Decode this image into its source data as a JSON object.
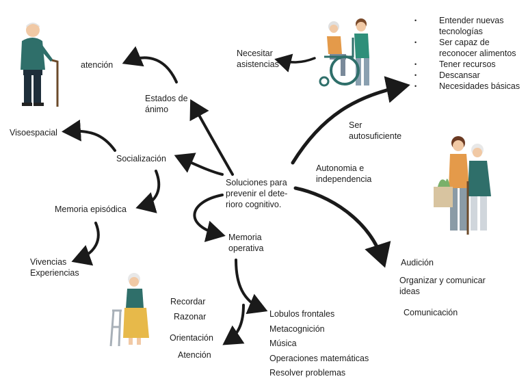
{
  "center": {
    "text": "Soluciones para prevenir el dete-\nrioro cognitivo."
  },
  "nodes": {
    "atencion_top": "atención",
    "estados_animo": "Estados de ánimo",
    "necesitar_asistencias": "Necesitar asistencias",
    "visoespacial": "Visoespacial",
    "socializacion": "Socialización",
    "memoria_episodica": "Memoria episódica",
    "vivencias": "Vivencias\nExperiencias",
    "ser_autosuficiente": "Ser autosuficiente",
    "autonomia": "Autonomia e independencia",
    "memoria_operativa": "Memoria operativa",
    "recordar": "Recordar",
    "razonar": "Razonar",
    "orientacion": "Orientación",
    "atencion_bottom": "Atención",
    "audicion": "Audición",
    "organizar": "Organizar y comunicar ideas",
    "comunicacion": "Comunicación"
  },
  "needs_list": [
    "Entender nuevas tecnologías",
    "Ser capaz de reconocer alimentos",
    "Tener recursos",
    "Descansar",
    "Necesidades básicas"
  ],
  "lobulos_list": [
    "Lobulos frontales",
    "Metacognición",
    "Música",
    "Operaciones matemáticas",
    "Resolver problemas"
  ],
  "colors": {
    "arrow": "#1a1a1a",
    "shirt_teal": "#2f6f6a",
    "shirt_orange": "#e49a4a",
    "skin": "#f1c9a5",
    "hair_gray": "#d9d9d9"
  }
}
